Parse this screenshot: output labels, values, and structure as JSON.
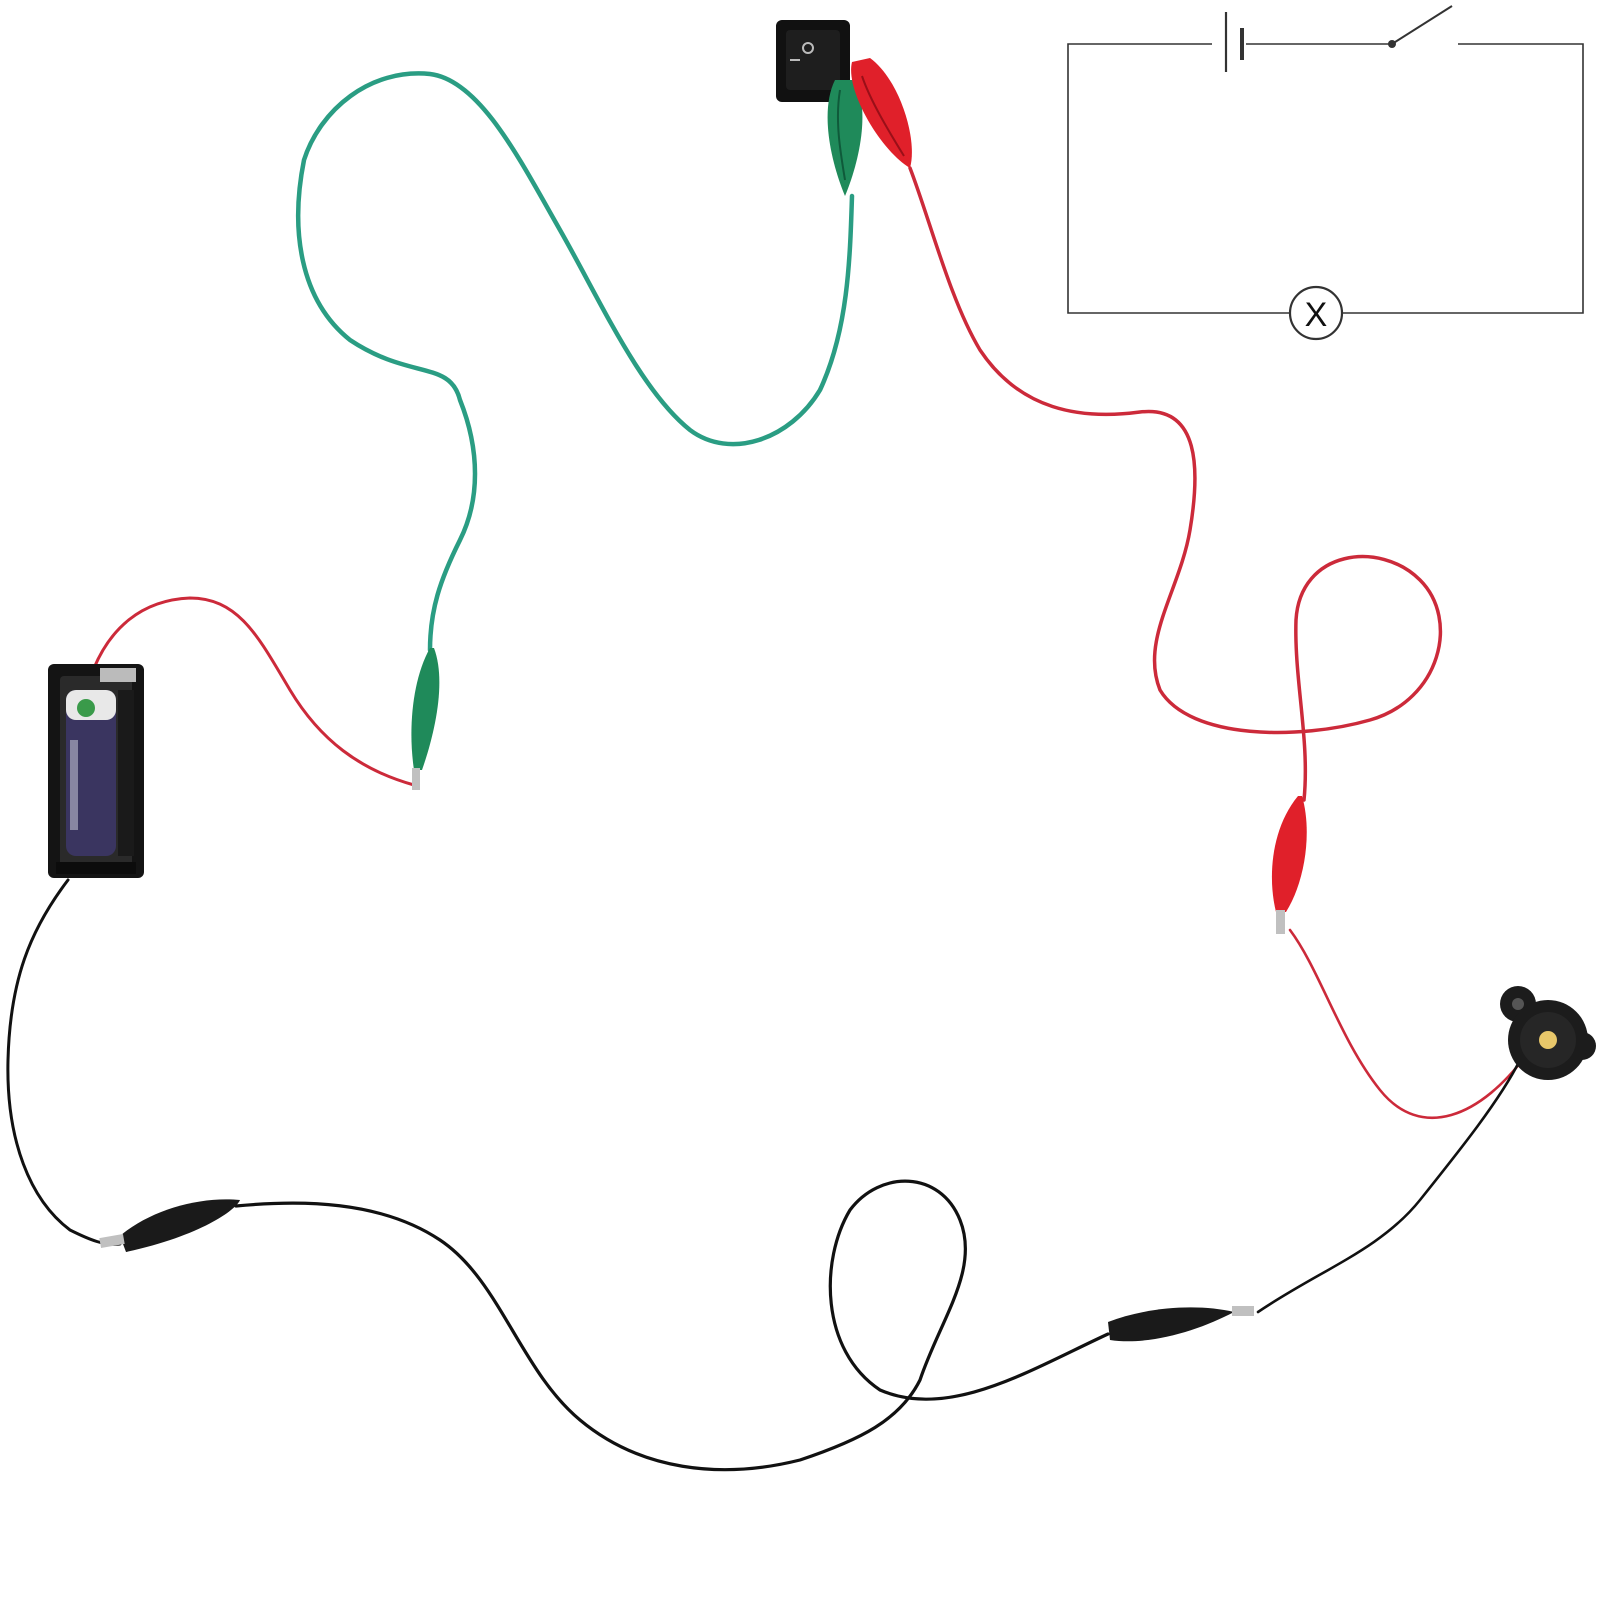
{
  "colors": {
    "green_wire": "#2a9d83",
    "red_wire": "#cc2a3a",
    "black_wire": "#111111",
    "green_clip": "#1f8a5a",
    "red_clip": "#e0202a",
    "black_clip": "#1a1a1a",
    "battery_holder": "#141414",
    "battery_cell": "#3a3560",
    "buzzer_body": "#1c1c1c",
    "buzzer_center": "#e8c76a",
    "schematic": "#333333"
  },
  "schematic": {
    "components": [
      "battery",
      "switch-open",
      "lamp"
    ],
    "lamp_symbol_text": "X"
  },
  "photo": {
    "components": [
      "battery-holder",
      "rocker-switch",
      "piezo-buzzer",
      "alligator-clip-wires"
    ]
  }
}
